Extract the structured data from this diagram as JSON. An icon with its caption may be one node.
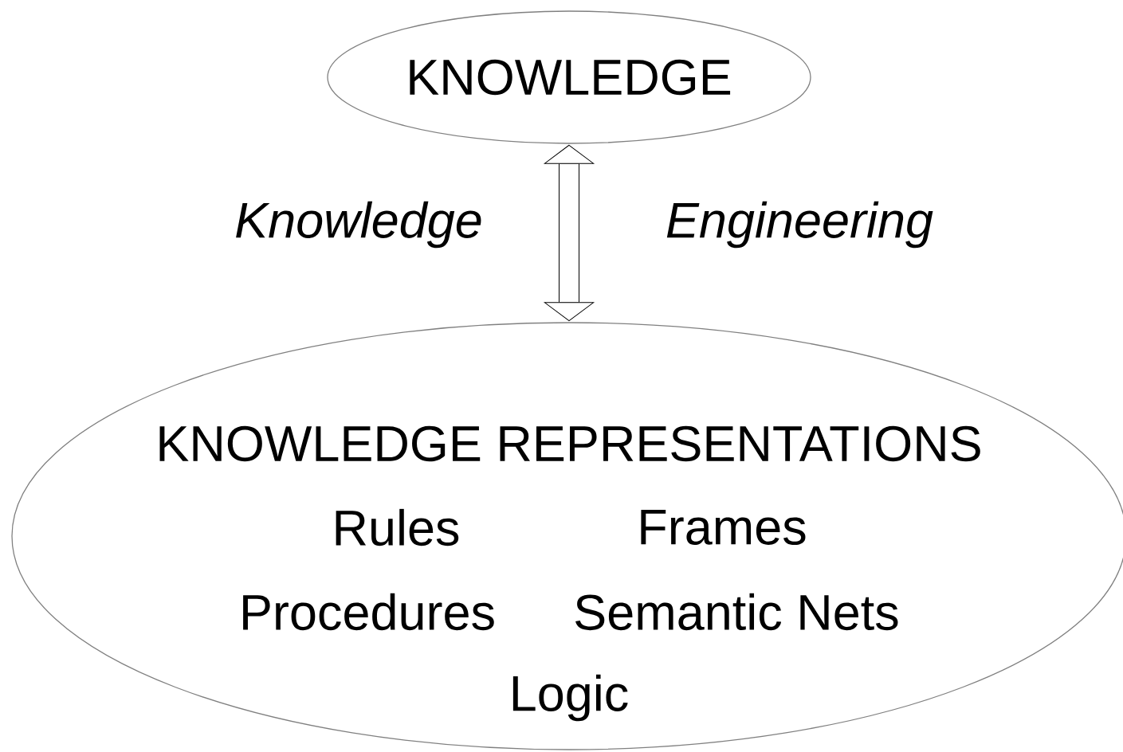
{
  "diagram": {
    "nodes": [
      {
        "text": [
          "KNOWLEDGE"
        ]
      },
      {
        "text": [
          "KNOWLEDGE REPRESENTATIONS",
          "Rules",
          "Frames",
          "Procedures",
          "Semantic Nets",
          "Logic"
        ]
      }
    ],
    "edges": [
      {
        "from": 0,
        "to": 1,
        "arrow": "both"
      }
    ],
    "labels": [
      "Knowledge",
      "Engineering"
    ]
  }
}
